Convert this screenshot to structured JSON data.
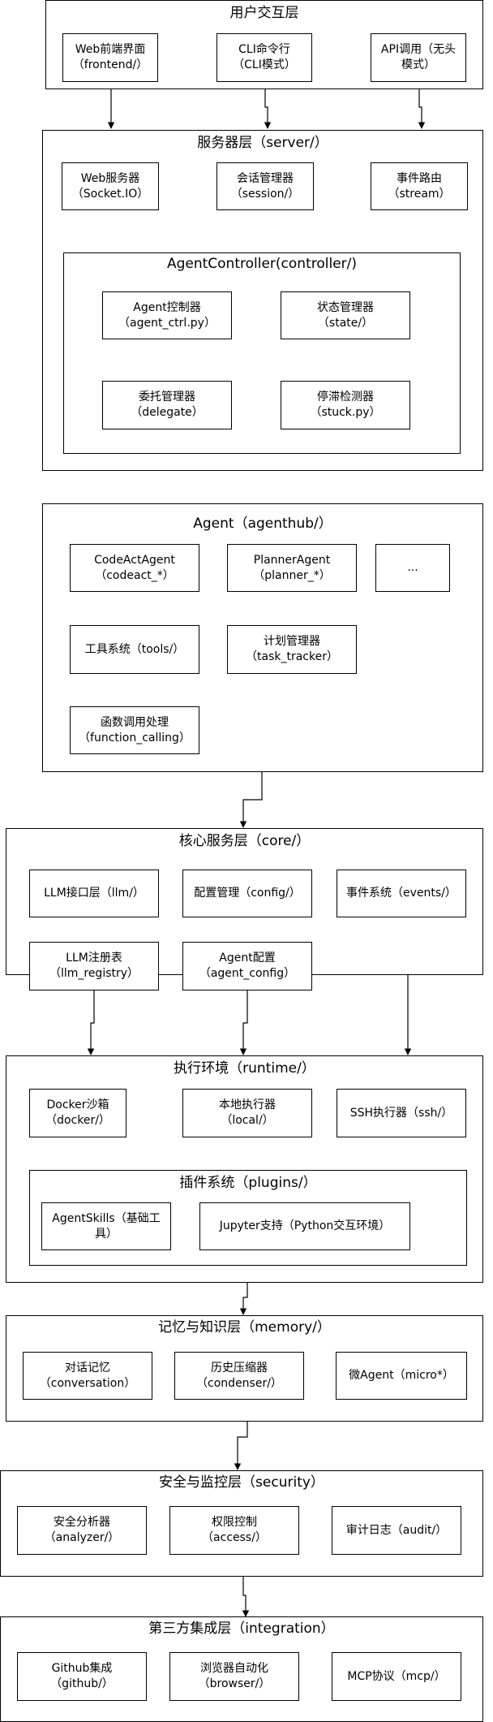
{
  "layers": {
    "user": {
      "title": "用户交互层",
      "web": [
        "Web前端界面",
        "（frontend/）"
      ],
      "cli": [
        "CLI命令行",
        "（CLI模式）"
      ],
      "api": [
        "API调用（无头",
        "模式）"
      ]
    },
    "server": {
      "title": "服务器层（server/）",
      "web": [
        "Web服务器",
        "（Socket.IO）"
      ],
      "session": [
        "会话管理器",
        "（session/）"
      ],
      "stream": [
        "事件路由",
        "（stream）"
      ],
      "controller": {
        "title": "AgentController(controller/)",
        "agent_ctrl": [
          "Agent控制器",
          "（agent_ctrl.py）"
        ],
        "state": [
          "状态管理器",
          "（state/）"
        ],
        "delegate": [
          "委托管理器",
          "（delegate）"
        ],
        "stuck": [
          "停滞检测器",
          "（stuck.py）"
        ]
      }
    },
    "agent": {
      "title": "Agent（agenthub/）",
      "codeact": [
        "CodeActAgent",
        "（codeact_*）"
      ],
      "planner": [
        "PlannerAgent",
        "（planner_*）"
      ],
      "more": "...",
      "tools": "工具系统（tools/）",
      "task": [
        "计划管理器",
        "（task_tracker）"
      ],
      "func": [
        "函数调用处理",
        "（function_calling）"
      ]
    },
    "core": {
      "title": "核心服务层（core/）",
      "llm": "LLM接口层（llm/）",
      "config": "配置管理（config/）",
      "events": "事件系统（events/）",
      "llm_registry": [
        "LLM注册表",
        "（llm_registry）"
      ],
      "agent_config": [
        "Agent配置",
        "（agent_config）"
      ]
    },
    "runtime": {
      "title": "执行环境（runtime/）",
      "docker": [
        "Docker沙箱",
        "（docker/）"
      ],
      "local": [
        "本地执行器",
        "（local/）"
      ],
      "ssh": "SSH执行器（ssh/）",
      "plugins": {
        "title": "插件系统（plugins/）",
        "skills": [
          "AgentSkills（基础工",
          "具）"
        ],
        "jupyter": "Jupyter支持（Python交互环境）"
      }
    },
    "memory": {
      "title": "记忆与知识层（memory/）",
      "conversation": [
        "对话记忆",
        "（conversation）"
      ],
      "condenser": [
        "历史压缩器",
        "（condenser/）"
      ],
      "micro": "微Agent（micro*）"
    },
    "security": {
      "title": "安全与监控层（security）",
      "analyzer": [
        "安全分析器",
        "（analyzer/）"
      ],
      "access": [
        "权限控制",
        "（access/）"
      ],
      "audit": "审计日志（audit/）"
    },
    "integration": {
      "title": "第三方集成层（integration）",
      "github": [
        "Github集成",
        "（github/）"
      ],
      "browser": [
        "浏览器自动化",
        "（browser/）"
      ],
      "mcp": "MCP协议（mcp/）"
    }
  }
}
